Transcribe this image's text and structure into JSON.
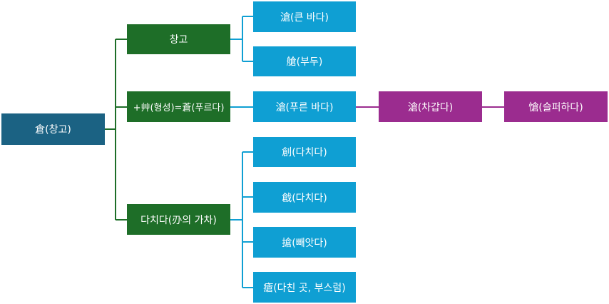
{
  "colors": {
    "root": "#1b6283",
    "level1": "#1e6e28",
    "level2": "#0f9fd3",
    "level3": "#9b2c8f"
  },
  "root": "倉(창고)",
  "branches": [
    {
      "label": "창고",
      "children": [
        "滄(큰 바다)",
        "艙(부두)"
      ]
    },
    {
      "label": "+艸(형성)=蒼(푸르다)",
      "children": [
        "滄(푸른 바다)"
      ],
      "chain": [
        "滄(차갑다)",
        "愴(슬퍼하다)"
      ]
    },
    {
      "label": "다치다(刅의 가차)",
      "children": [
        "創(다치다)",
        "戧(다치다)",
        "搶(빼앗다)",
        "瘡(다친 곳, 부스럼)"
      ]
    }
  ]
}
